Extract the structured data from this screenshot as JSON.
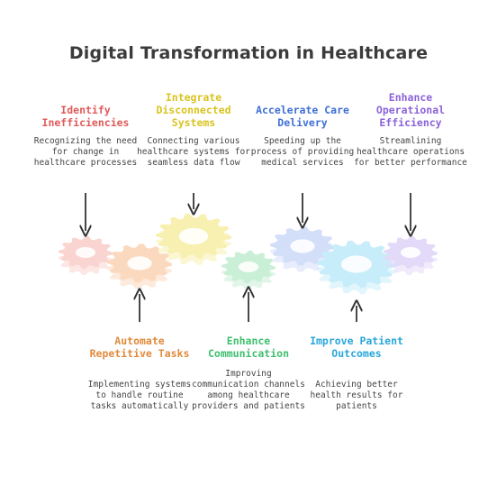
{
  "title": "Digital Transformation in Healthcare",
  "steps": [
    {
      "label": "Identify Inefficiencies",
      "description": "Recognizing the need for change in healthcare processes",
      "color": "#e05a5a",
      "gear_color": "#f9d4d0"
    },
    {
      "label": "Automate Repetitive Tasks",
      "description": "Implementing systems to handle routine tasks automatically",
      "color": "#e08a3c",
      "gear_color": "#fbd9bf"
    },
    {
      "label": "Integrate Disconnected Systems",
      "description": "Connecting various healthcare systems for seamless data flow",
      "color": "#d9c31f",
      "gear_color": "#f8f0b0"
    },
    {
      "label": "Enhance Communication",
      "description": "Improving communication channels among healthcare providers and patients",
      "color": "#3fbf6e",
      "gear_color": "#c9efd6"
    },
    {
      "label": "Accelerate Care Delivery",
      "description": "Speeding up the process of providing medical services",
      "color": "#3f6fd6",
      "gear_color": "#d3def9"
    },
    {
      "label": "Improve Patient Outcomes",
      "description": "Achieving better health results for patients",
      "color": "#2aa7d9",
      "gear_color": "#c7ecfa"
    },
    {
      "label": "Enhance Operational Efficiency",
      "description": "Streamlining healthcare operations for better performance",
      "color": "#8c63d9",
      "gear_color": "#e3d9f8"
    }
  ]
}
